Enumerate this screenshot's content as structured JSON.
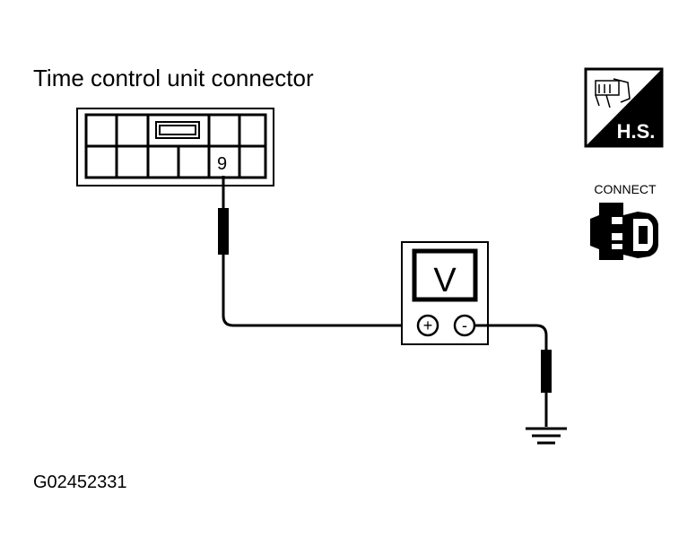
{
  "title": "Time control unit connector",
  "terminal_number": "9",
  "meter": {
    "unit": "V",
    "positive_symbol": "+",
    "negative_symbol": "-"
  },
  "icons": {
    "harness_side_label": "H.S.",
    "connect_label": "CONNECT"
  },
  "figure_code": "G02452331"
}
